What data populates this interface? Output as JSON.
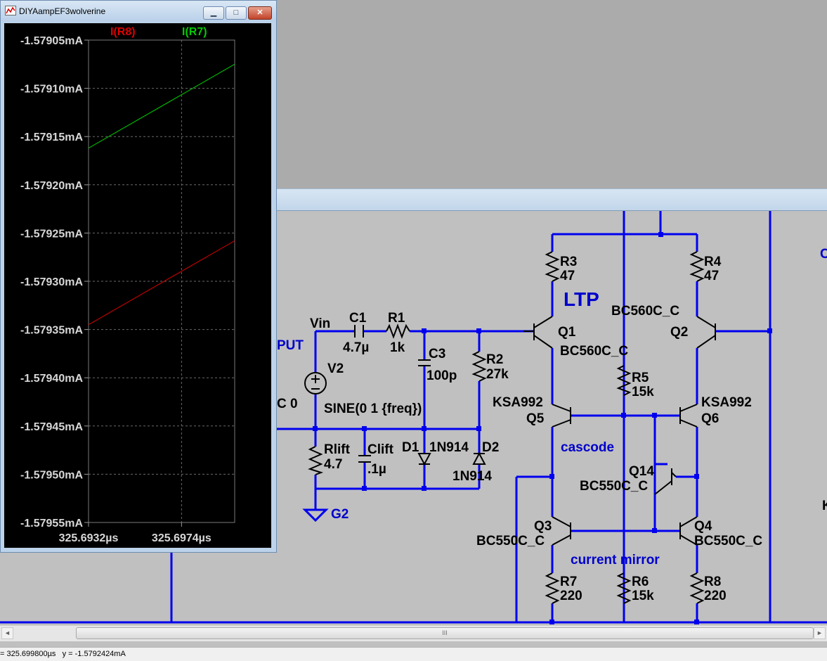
{
  "probe_window": {
    "title": "DIYAampEF3wolverine",
    "buttons": {
      "minimize": "▁",
      "maximize": "□",
      "close": "✕"
    },
    "legend": [
      "I(R8)",
      "I(R7)"
    ],
    "y_ticks": [
      "-1.57905mA",
      "-1.57910mA",
      "-1.57915mA",
      "-1.57920mA",
      "-1.57925mA",
      "-1.57930mA",
      "-1.57935mA",
      "-1.57940mA",
      "-1.57945mA",
      "-1.57950mA",
      "-1.57955mA"
    ],
    "x_ticks": [
      "325.6932µs",
      "325.6974µs"
    ]
  },
  "chart_data": {
    "type": "line",
    "xlabel": "",
    "ylabel": "",
    "x_ticks": [
      "325.6932µs",
      "325.6974µs"
    ],
    "y_unit": "mA",
    "ylim": [
      -1.57955,
      -1.57905
    ],
    "xlim_us": [
      325.6932,
      325.6998
    ],
    "grid": true,
    "legend_placement": "top",
    "series": [
      {
        "name": "I(R8)",
        "color": "#e00000",
        "x_us": [
          325.6932,
          325.6998
        ],
        "y_mA": [
          -1.579345,
          -1.579258
        ]
      },
      {
        "name": "I(R7)",
        "color": "#00cc00",
        "x_us": [
          325.6932,
          325.6998
        ],
        "y_mA": [
          -1.579162,
          -1.579075
        ]
      }
    ]
  },
  "schematic": {
    "labels": {
      "vin": "Vin",
      "put": "PUT",
      "c0": "C 0",
      "c1": "C1",
      "c1v": "4.7µ",
      "r1": "R1",
      "r1v": "1k",
      "c3": "C3",
      "c3v": "100p",
      "r2": "R2",
      "r2v": "27k",
      "v2": "V2",
      "sine": "SINE(0 1 {freq})",
      "rlift": "Rlift",
      "rliftv": "4.7",
      "clift": "Clift",
      "cliftv": ".1µ",
      "d1": "D1",
      "d1v": "1N914",
      "d2": "D2",
      "d2v": "1N914",
      "g2": "G2",
      "r3": "R3",
      "r3v": "47",
      "r4": "R4",
      "r4v": "47",
      "ltp": "LTP",
      "q1": "Q1",
      "q1v": "BC560C_C",
      "q2": "Q2",
      "q2v": "BC560C_C",
      "r5": "R5",
      "r5v": "15k",
      "q5": "Q5",
      "q5v": "KSA992",
      "q6": "Q6",
      "q6v": "KSA992",
      "cascode": "cascode",
      "q14": "Q14",
      "q14v": "BC550C_C",
      "q3": "Q3",
      "q3v": "BC550C_C",
      "q4": "Q4",
      "q4v": "BC550C_C",
      "mirror": "current mirror",
      "r7": "R7",
      "r7v": "220",
      "r6": "R6",
      "r6v": "15k",
      "r8": "R8",
      "r8v": "220",
      "edge_c": "C",
      "edge_k": "K"
    }
  },
  "status": {
    "text": "= 325.699800µs   y = -1.5792424mA"
  },
  "scrollbar": {
    "left": "◄",
    "right": "►",
    "grip": "III"
  },
  "colors": {
    "wire": "#0000ee",
    "text": "#000000",
    "label_blue": "#0000cc",
    "plot_bg": "#000000",
    "r8": "#e00000",
    "r7": "#00cc00"
  }
}
